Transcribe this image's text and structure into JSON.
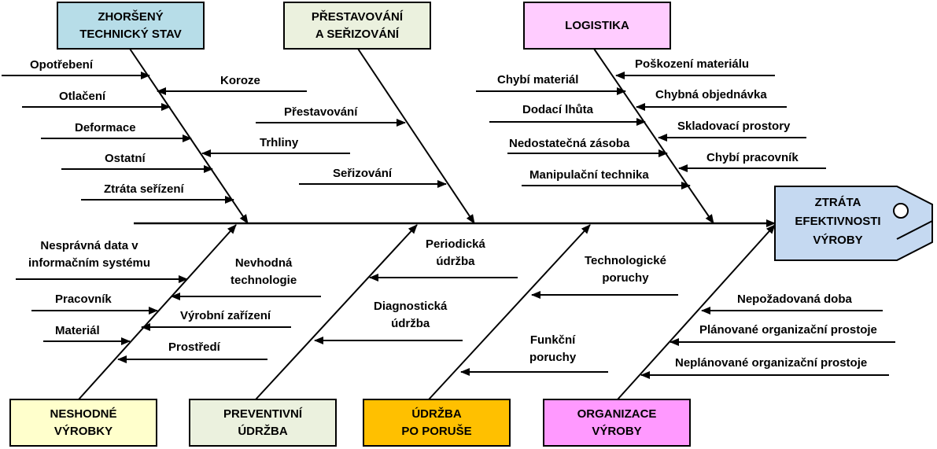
{
  "effect": "ZTRÁTA\nEFEKTIVNOSTI\nVÝROBY",
  "categories": {
    "zhorseny": "ZHORŠENÝ\nTECHNICKÝ STAV",
    "prestavovani": "PŘESTAVOVÁNÍ\nA SEŘIZOVÁNÍ",
    "logistika": "LOGISTIKA",
    "neshodne": "NESHODNÉ\nVÝROBKY",
    "preventivni": "PREVENTIVNÍ\nÚDRŽBA",
    "udrzba": "ÚDRŽBA\nPO PORUŠE",
    "organizace": "ORGANIZACE\nVÝROBY"
  },
  "causes": {
    "zhorseny": [
      "Opotřebení",
      "Koroze",
      "Otlačení",
      "Deformace",
      "Trhliny",
      "Ostatní",
      "Ztráta seřízení"
    ],
    "prestavovani": [
      "Přestavování",
      "Seřizování"
    ],
    "logistika": [
      "Poškození materiálu",
      "Chybí materiál",
      "Chybná objednávka",
      "Dodací lhůta",
      "Skladovací prostory",
      "Nedostatečná zásoba",
      "Chybí pracovník",
      "Manipulační technika"
    ],
    "neshodne": [
      "Nesprávná data v\ninformačním systému",
      "Nevhodná\ntechnologie",
      "Pracovník",
      "Výrobní zařízení",
      "Materiál",
      "Prostředí"
    ],
    "preventivni": [
      "Periodická\núdržba",
      "Diagnostická\núdržba"
    ],
    "udrzba": [
      "Technologické\nporuchy",
      "Funkční\nporuchy"
    ],
    "organizace": [
      "Nepožadovaná doba",
      "Plánované organizační prostoje",
      "Neplánované organizační prostoje"
    ]
  },
  "colors": {
    "zhorseny": "#b7dde8",
    "prestavovani": "#ebf1de",
    "logistika": "#ffccff",
    "neshodne": "#ffffcc",
    "preventivni": "#ebf1de",
    "udrzba": "#ffc000",
    "organizace": "#ff99ff",
    "effect": "#c5d9f1"
  }
}
